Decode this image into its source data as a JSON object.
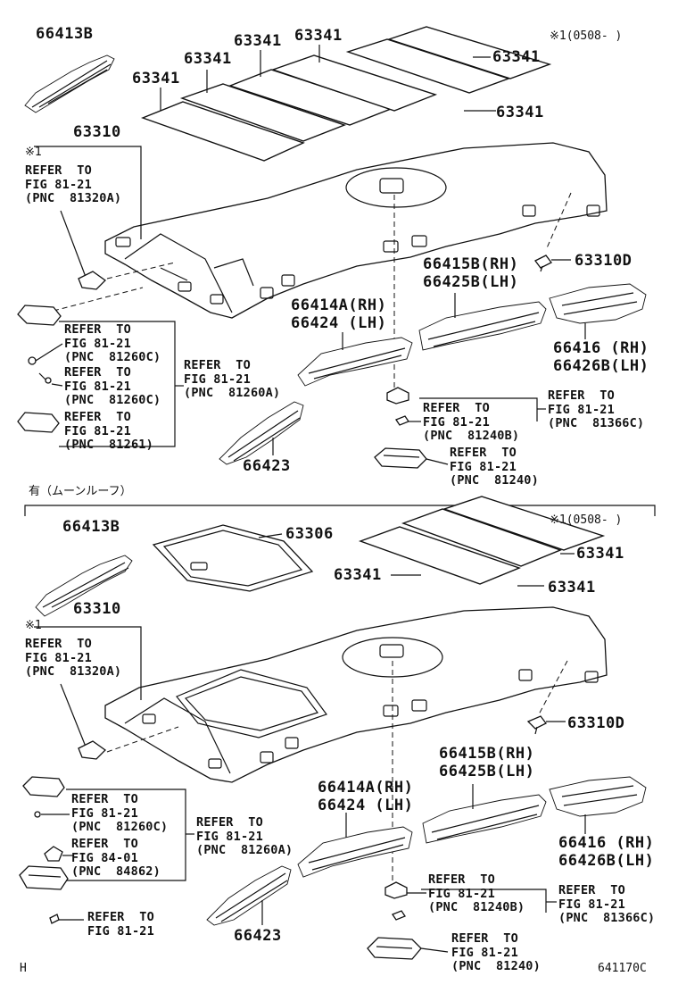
{
  "top": {
    "date_note": "※1(0508-      )",
    "parts": {
      "p66413b": "66413B",
      "p63341a": "63341",
      "p63341b": "63341",
      "p63341c": "63341",
      "p63341d": "63341",
      "p63341e": "63341",
      "p63310": "63310",
      "p63310d": "63310D",
      "p66415b": "66415B(RH)",
      "p66425b": "66425B(LH)",
      "p66414a": "66414A(RH)",
      "p66424": "66424  (LH)",
      "p66416": "66416  (RH)",
      "p66426b": "66426B(LH)",
      "p66423": "66423"
    },
    "star1": "※1",
    "refs": {
      "r81320a": [
        "REFER  TO",
        "FIG 81-21",
        "(PNC  81320A)"
      ],
      "r81260c_1": [
        "REFER  TO",
        "FIG 81-21",
        "(PNC  81260C)"
      ],
      "r81260c_2": [
        "REFER  TO",
        "FIG 81-21",
        "(PNC  81260C)"
      ],
      "r81261": [
        "REFER  TO",
        "FIG 81-21",
        "(PNC  81261)"
      ],
      "r81260a": [
        "REFER  TO",
        "FIG 81-21",
        "(PNC  81260A)"
      ],
      "r81240b": [
        "REFER  TO",
        "FIG 81-21",
        "(PNC  81240B)"
      ],
      "r81366c": [
        "REFER  TO",
        "FIG 81-21",
        "(PNC  81366C)"
      ],
      "r81240": [
        "REFER  TO",
        "FIG 81-21",
        "(PNC  81240)"
      ]
    }
  },
  "section_label": "有（ムーンルーフ）",
  "bottom": {
    "date_note": "※1(0508-      )",
    "parts": {
      "p66413b": "66413B",
      "p63306": "63306",
      "p63341a": "63341",
      "p63341b": "63341",
      "p63341c": "63341",
      "p63310": "63310",
      "p63310d": "63310D",
      "p66415b": "66415B(RH)",
      "p66425b": "66425B(LH)",
      "p66414a": "66414A(RH)",
      "p66424": "66424  (LH)",
      "p66416": "66416  (RH)",
      "p66426b": "66426B(LH)",
      "p66423": "66423"
    },
    "star1": "※1",
    "refs": {
      "r81320a": [
        "REFER  TO",
        "FIG 81-21",
        "(PNC  81320A)"
      ],
      "r81260c": [
        "REFER  TO",
        "FIG 81-21",
        "(PNC  81260C)"
      ],
      "r84862": [
        "REFER  TO",
        "FIG 84-01",
        "(PNC  84862)"
      ],
      "r81260a": [
        "REFER  TO",
        "FIG 81-21",
        "(PNC  81260A)"
      ],
      "r81240b": [
        "REFER  TO",
        "FIG 81-21",
        "(PNC  81240B)"
      ],
      "r81366c": [
        "REFER  TO",
        "FIG 81-21",
        "(PNC  81366C)"
      ],
      "r81240": [
        "REFER  TO",
        "FIG 81-21",
        "(PNC  81240)"
      ],
      "r_fig8121": [
        "REFER  TO",
        "FIG 81-21"
      ]
    }
  },
  "footer": {
    "corner_mark": "H",
    "figure_code": "641170C"
  }
}
